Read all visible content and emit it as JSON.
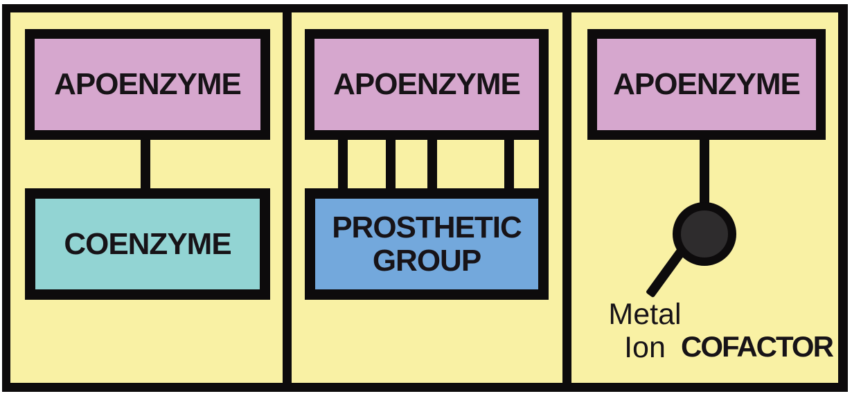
{
  "colors": {
    "panel-bg": "#F9F1A4",
    "line-black": "#0D0B0C",
    "apoenzyme-fill": "#D6A7CE",
    "coenzyme-fill": "#92D4D3",
    "prosthetic-fill": "#73A8DC",
    "metal-ion-fill": "#2E2C2D",
    "text": "#171317"
  },
  "panels": {
    "coenzyme": {
      "apoenzyme_label": "APOENZYME",
      "coenzyme_label": "COENZYME"
    },
    "prosthetic": {
      "apoenzyme_label": "APOENZYME",
      "prosthetic_label_line1": "PROSTHETIC",
      "prosthetic_label_line2": "GROUP"
    },
    "metal_ion": {
      "apoenzyme_label": "APOENZYME",
      "metal_label_line1": "Metal",
      "metal_label_line2": "Ion",
      "cofactor_label": "COFACTOR"
    }
  }
}
